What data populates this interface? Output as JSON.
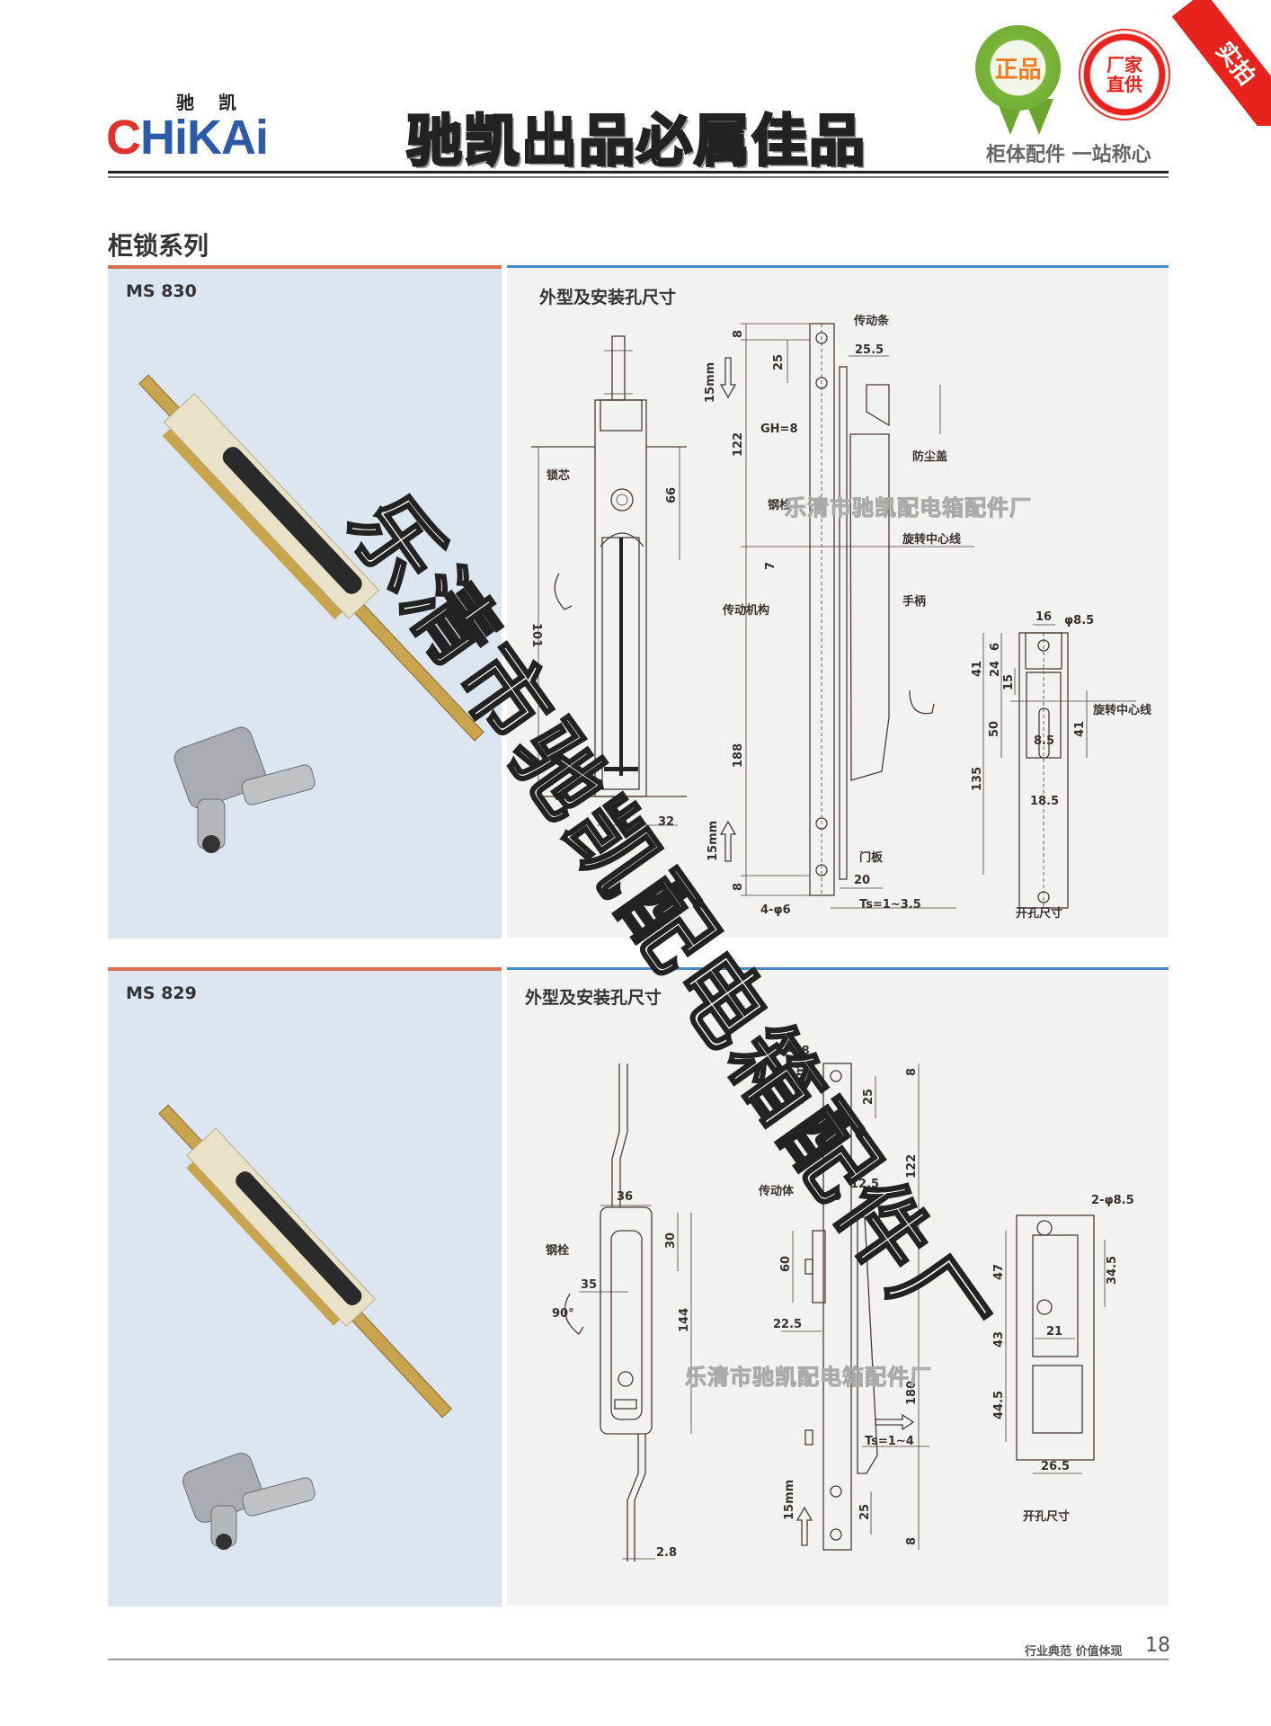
{
  "header": {
    "logo_cn": "驰 凯",
    "logo_en_c": "C",
    "logo_en_rest": "HiKAi",
    "slogan": "驰凯出品必属佳品",
    "badge_genuine": "正品",
    "badge_factory_line1": "厂家",
    "badge_factory_line2": "直供",
    "tagline": "柜体配件 一站称心",
    "corner_ribbon": "实拍"
  },
  "section_title": "柜锁系列",
  "products": [
    {
      "model": "MS 830",
      "drawing_title": "外型及安装孔尺寸",
      "labels": [
        "锁芯",
        "66",
        "101",
        "32",
        "8",
        "25",
        "122",
        "15mm",
        "GH=8",
        "25.5",
        "传动条",
        "防尘盖",
        "钢栓",
        "旋转中心线",
        "7",
        "传动机构",
        "手柄",
        "188",
        "15mm",
        "8",
        "门板",
        "20",
        "Ts=1~3.5",
        "4-φ6",
        "16",
        "φ8.5",
        "6",
        "24",
        "41",
        "15",
        "50",
        "41",
        "旋转中心线",
        "8.5",
        "135",
        "18.5"
      ],
      "cutout_caption": "开孔尺寸"
    },
    {
      "model": "MS 829",
      "drawing_title": "外型及安装孔尺寸",
      "labels": [
        "36",
        "30",
        "钢栓",
        "35",
        "90°",
        "144",
        "2.8",
        "4-φ8",
        "15mm",
        "8",
        "25",
        "122",
        "传动体",
        "10",
        "12.5",
        "60",
        "22.5",
        "180",
        "Ts=1~4",
        "15mm",
        "25",
        "8",
        "2-φ8.5",
        "47",
        "34.5",
        "21",
        "43",
        "44.5",
        "26.5"
      ],
      "cutout_caption": "开孔尺寸"
    }
  ],
  "watermark": "乐清市驰凯配电箱配件厂",
  "footer": {
    "slogan": "行业典范 价值体现",
    "page_number": "18"
  },
  "colors": {
    "photo_bg": "#dce6f1",
    "drawing_bg": "#f2f2f1",
    "orange_rule": "#d8714f",
    "blue_rule": "#4a8ac4",
    "brand_blue": "#2b5aa8",
    "brand_red": "#e0322a"
  }
}
